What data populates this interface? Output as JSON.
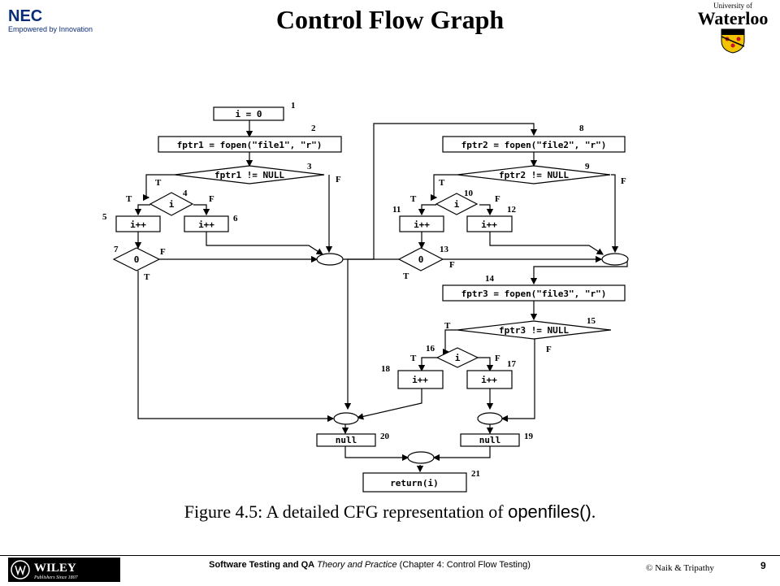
{
  "header": {
    "title": "Control Flow Graph",
    "left_logo": {
      "word": "NEC",
      "tagline": "Empowered by Innovation"
    },
    "right_logo": {
      "small": "University of",
      "big": "Waterloo"
    }
  },
  "diagram": {
    "nodes": [
      {
        "id": "1",
        "text": "i = 0"
      },
      {
        "id": "2",
        "text": "fptr1 = fopen(\"file1\", \"r\")"
      },
      {
        "id": "3",
        "text": "fptr1 != NULL"
      },
      {
        "id": "4",
        "text": "i"
      },
      {
        "id": "5",
        "text": "i++"
      },
      {
        "id": "6",
        "text": "i++"
      },
      {
        "id": "7",
        "text": "0"
      },
      {
        "id": "8",
        "text": "fptr2 = fopen(\"file2\", \"r\")"
      },
      {
        "id": "9",
        "text": "fptr2 != NULL"
      },
      {
        "id": "10",
        "text": "i"
      },
      {
        "id": "11",
        "text": "i++"
      },
      {
        "id": "12",
        "text": "i++"
      },
      {
        "id": "13",
        "text": "0"
      },
      {
        "id": "14",
        "text": "fptr3 = fopen(\"file3\", \"r\")"
      },
      {
        "id": "15",
        "text": "fptr3 != NULL"
      },
      {
        "id": "16",
        "text": "i"
      },
      {
        "id": "17",
        "text": "i++"
      },
      {
        "id": "18",
        "text": "i++"
      },
      {
        "id": "19",
        "text": "null"
      },
      {
        "id": "20",
        "text": "null"
      },
      {
        "id": "21",
        "text": "return(i)"
      }
    ],
    "branch_true": "T",
    "branch_false": "F"
  },
  "caption": {
    "prefix": "Figure 4.5: A detailed CFG representation of ",
    "code": "openfiles()",
    "suffix": "."
  },
  "footer": {
    "wiley": "WILEY",
    "wiley_tag": "Publishers Since 1807",
    "book_title": "Software Testing and QA",
    "book_subtitle": " Theory and Practice",
    "chapter": " (Chapter 4: Control Flow Testing)",
    "copyright": "© Naik & Tripathy",
    "page": "9"
  }
}
